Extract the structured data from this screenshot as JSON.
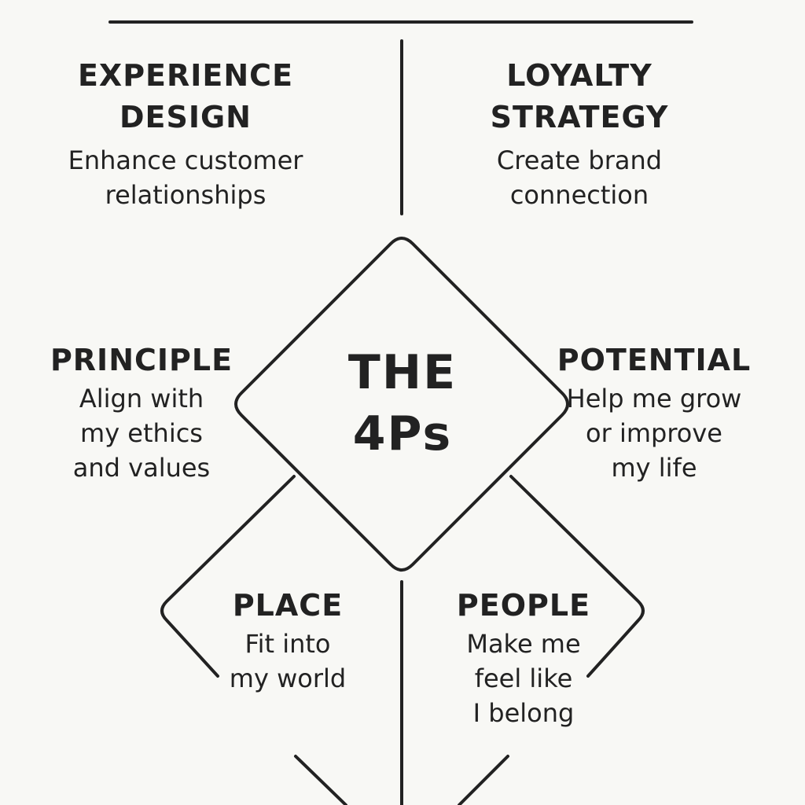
{
  "center": {
    "label": "THE\n4Ps"
  },
  "sections": {
    "experience": {
      "title_line1": "EXPERIENCE",
      "title_line2": "DESIGN",
      "desc": "Enhance customer\nrelationships"
    },
    "loyalty": {
      "title_line1": "LOYALTY",
      "title_line2": "STRATEGY",
      "desc": "Create brand\nconnection"
    },
    "principle": {
      "title": "PRINCIPLE",
      "desc": "Align with\nmy ethics\nand values"
    },
    "potential": {
      "title": "POTENTIAL",
      "desc": "Help me grow\nor improve\nmy life"
    },
    "place": {
      "title": "PLACE",
      "desc": "Fit into\nmy world"
    },
    "people": {
      "title": "PEOPLE",
      "desc": "Make me\nfeel like\nI belong"
    }
  },
  "colors": {
    "background": "#f8f8f5",
    "ink": "#222222"
  }
}
